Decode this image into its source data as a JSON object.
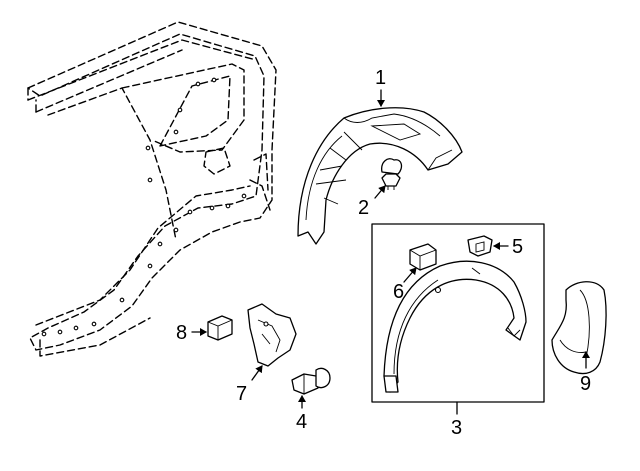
{
  "diagram": {
    "callouts": [
      {
        "id": "1",
        "label": "1"
      },
      {
        "id": "2",
        "label": "2"
      },
      {
        "id": "3",
        "label": "3"
      },
      {
        "id": "4",
        "label": "4"
      },
      {
        "id": "5",
        "label": "5"
      },
      {
        "id": "6",
        "label": "6"
      },
      {
        "id": "7",
        "label": "7"
      },
      {
        "id": "8",
        "label": "8"
      },
      {
        "id": "9",
        "label": "9"
      }
    ],
    "line_color": "#000000",
    "background": "#ffffff"
  }
}
